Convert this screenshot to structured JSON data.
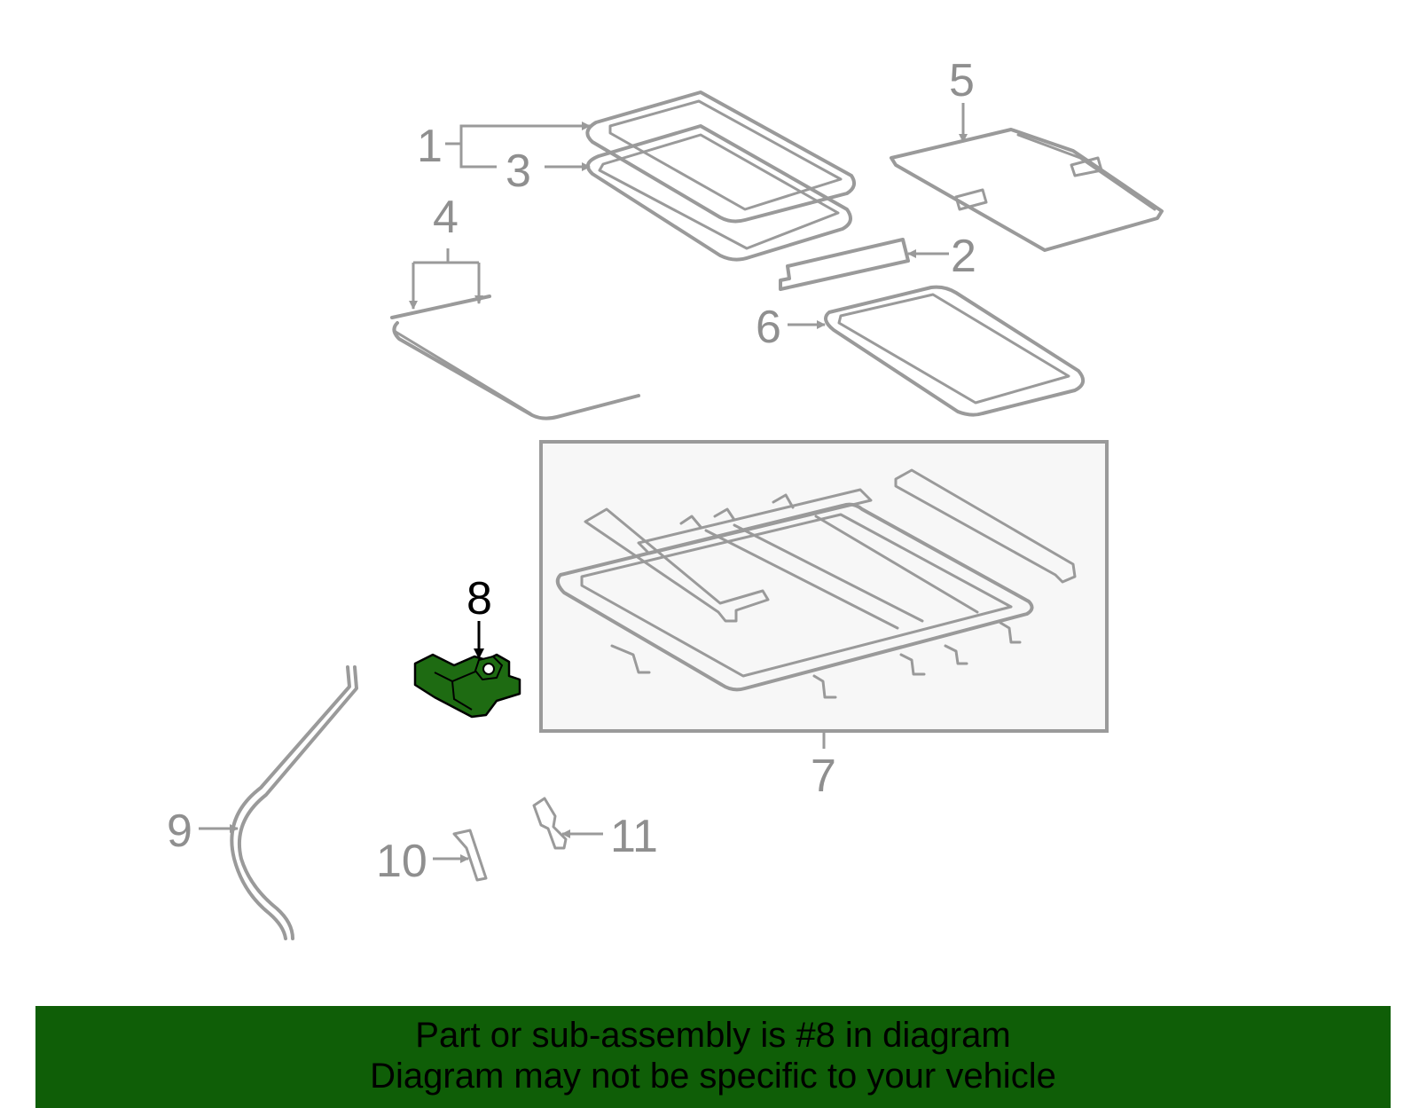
{
  "callouts": {
    "c1": "1",
    "c2": "2",
    "c3": "3",
    "c4": "4",
    "c5": "5",
    "c6": "6",
    "c7": "7",
    "c8": "8",
    "c9": "9",
    "c10": "10",
    "c11": "11"
  },
  "highlighted_part": "8",
  "colors": {
    "highlight_fill": "#1e6b12",
    "part_stroke": "#9a9a9a",
    "banner_bg": "#0f5e07",
    "callout_text": "#8f8f8f"
  },
  "banner": {
    "line1": "Part or sub-assembly is #8 in diagram",
    "line2": "Diagram may not be specific to your vehicle"
  }
}
